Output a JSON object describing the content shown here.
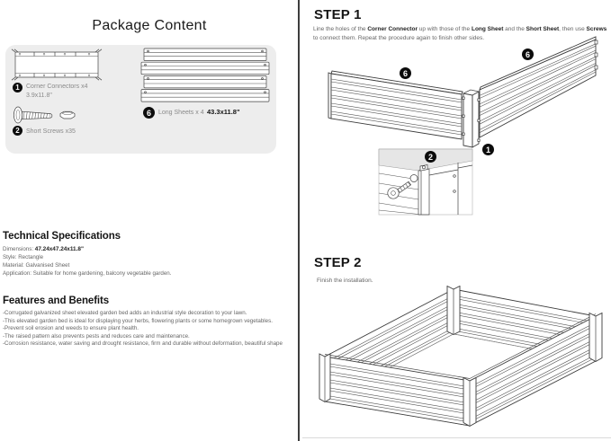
{
  "package": {
    "title": "Package Content",
    "connector": {
      "badge": "1",
      "label": "Corner Connectors x4",
      "size": "3.9x11.8\""
    },
    "screws": {
      "badge": "2",
      "label": "Short Screws x35"
    },
    "sheets": {
      "badge": "6",
      "label": "Long Sheets x 4",
      "size": "43.3x11.8\""
    }
  },
  "specs": {
    "title": "Technical Specifications",
    "dimensions_label": "Dimensions: ",
    "dimensions_value": "47.24x47.24x11.8\"",
    "style": "Style: Rectangle",
    "material": "Material: Galvanised Sheet",
    "application": "Application: Suitable for home gardening, balcony vegetable garden."
  },
  "features": {
    "title": "Features and Benefits",
    "items": [
      "-Corrugated galvanized sheet elevated garden bed adds an industrial style decoration to your lawn.",
      "-This elevated garden bed is ideal for displaying your herbs, flowering plants or some homegrown vegetables.",
      "-Prevent soil erosion and weeds to ensure plant health.",
      "-The raised pattern also prevents pests and reduces care and maintenance.",
      "-Corrosion resistance, water saving and drought resistance, firm and durable without deformation, beautiful shape"
    ]
  },
  "step1": {
    "title": "STEP 1",
    "seg": [
      "Line the holes of the ",
      "Corner Connector",
      " up with those of the ",
      "Long Sheet",
      " and the ",
      "Short Sheet",
      ", then use ",
      "Screws",
      "to connect them. Repeat the procedure again to finish other sides."
    ],
    "badges": {
      "sheet_left": "6",
      "sheet_right": "6",
      "connector": "1",
      "screw": "2"
    }
  },
  "step2": {
    "title": "STEP 2",
    "text": "Finish the installation."
  },
  "colors": {
    "divider": "#3d3d3d",
    "panel_bg": "#ededed",
    "badge": "#0c0c0c"
  }
}
